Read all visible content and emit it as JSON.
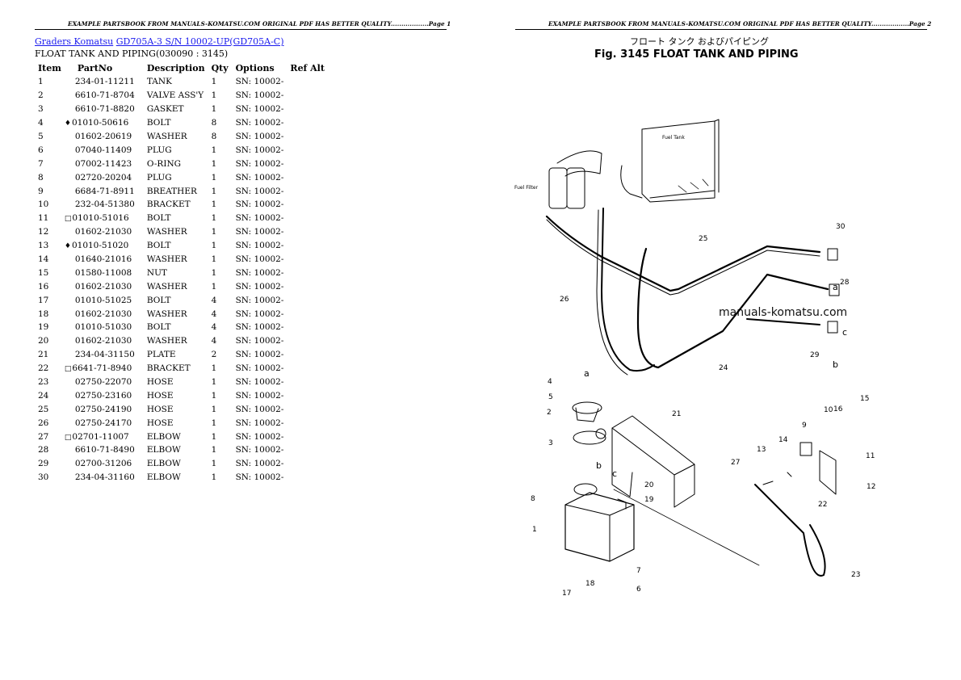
{
  "page1": {
    "banner": "EXAMPLE PARTSBOOK FROM MANUALS-KOMATSU.COM ORIGINAL PDF HAS BETTER QUALITY..................Page 1",
    "breadcrumb": {
      "link1": "Graders Komatsu",
      "link2": "GD705A-3 S/N 10002-UP(GD705A-C)"
    },
    "subtitle": "FLOAT TANK AND PIPING(030090 :  3145)",
    "columns": [
      "Item",
      "PartNo",
      "Description",
      "Qty",
      "Options",
      "Ref Alt"
    ],
    "rows": [
      {
        "item": "1",
        "mark": "",
        "part": "234-01-11211",
        "desc": "TANK",
        "qty": "1",
        "opt": "SN: 10002-"
      },
      {
        "item": "2",
        "mark": "",
        "part": "6610-71-8704",
        "desc": "VALVE ASS'Y",
        "qty": "1",
        "opt": "SN: 10002-"
      },
      {
        "item": "3",
        "mark": "",
        "part": "6610-71-8820",
        "desc": "GASKET",
        "qty": "1",
        "opt": "SN: 10002-"
      },
      {
        "item": "4",
        "mark": "♦",
        "part": "01010-50616",
        "desc": "BOLT",
        "qty": "8",
        "opt": "SN: 10002-"
      },
      {
        "item": "5",
        "mark": "",
        "part": "01602-20619",
        "desc": "WASHER",
        "qty": "8",
        "opt": "SN: 10002-"
      },
      {
        "item": "6",
        "mark": "",
        "part": "07040-11409",
        "desc": "PLUG",
        "qty": "1",
        "opt": "SN: 10002-"
      },
      {
        "item": "7",
        "mark": "",
        "part": "07002-11423",
        "desc": "O-RING",
        "qty": "1",
        "opt": "SN: 10002-"
      },
      {
        "item": "8",
        "mark": "",
        "part": "02720-20204",
        "desc": "PLUG",
        "qty": "1",
        "opt": "SN: 10002-"
      },
      {
        "item": "9",
        "mark": "",
        "part": "6684-71-8911",
        "desc": "BREATHER",
        "qty": "1",
        "opt": "SN: 10002-"
      },
      {
        "item": "10",
        "mark": "",
        "part": "232-04-51380",
        "desc": "BRACKET",
        "qty": "1",
        "opt": "SN: 10002-"
      },
      {
        "item": "11",
        "mark": "□",
        "part": "01010-51016",
        "desc": "BOLT",
        "qty": "1",
        "opt": "SN: 10002-"
      },
      {
        "item": "12",
        "mark": "",
        "part": "01602-21030",
        "desc": "WASHER",
        "qty": "1",
        "opt": "SN: 10002-"
      },
      {
        "item": "13",
        "mark": "♦",
        "part": "01010-51020",
        "desc": "BOLT",
        "qty": "1",
        "opt": "SN: 10002-"
      },
      {
        "item": "14",
        "mark": "",
        "part": "01640-21016",
        "desc": "WASHER",
        "qty": "1",
        "opt": "SN: 10002-"
      },
      {
        "item": "15",
        "mark": "",
        "part": "01580-11008",
        "desc": "NUT",
        "qty": "1",
        "opt": "SN: 10002-"
      },
      {
        "item": "16",
        "mark": "",
        "part": "01602-21030",
        "desc": "WASHER",
        "qty": "1",
        "opt": "SN: 10002-"
      },
      {
        "item": "17",
        "mark": "",
        "part": "01010-51025",
        "desc": "BOLT",
        "qty": "4",
        "opt": "SN: 10002-"
      },
      {
        "item": "18",
        "mark": "",
        "part": "01602-21030",
        "desc": "WASHER",
        "qty": "4",
        "opt": "SN: 10002-"
      },
      {
        "item": "19",
        "mark": "",
        "part": "01010-51030",
        "desc": "BOLT",
        "qty": "4",
        "opt": "SN: 10002-"
      },
      {
        "item": "20",
        "mark": "",
        "part": "01602-21030",
        "desc": "WASHER",
        "qty": "4",
        "opt": "SN: 10002-"
      },
      {
        "item": "21",
        "mark": "",
        "part": "234-04-31150",
        "desc": "PLATE",
        "qty": "2",
        "opt": "SN: 10002-"
      },
      {
        "item": "22",
        "mark": "□",
        "part": "6641-71-8940",
        "desc": "BRACKET",
        "qty": "1",
        "opt": "SN: 10002-"
      },
      {
        "item": "23",
        "mark": "",
        "part": "02750-22070",
        "desc": "HOSE",
        "qty": "1",
        "opt": "SN: 10002-"
      },
      {
        "item": "24",
        "mark": "",
        "part": "02750-23160",
        "desc": "HOSE",
        "qty": "1",
        "opt": "SN: 10002-"
      },
      {
        "item": "25",
        "mark": "",
        "part": "02750-24190",
        "desc": "HOSE",
        "qty": "1",
        "opt": "SN: 10002-"
      },
      {
        "item": "26",
        "mark": "",
        "part": "02750-24170",
        "desc": "HOSE",
        "qty": "1",
        "opt": "SN: 10002-"
      },
      {
        "item": "27",
        "mark": "□",
        "part": "02701-11007",
        "desc": "ELBOW",
        "qty": "1",
        "opt": "SN: 10002-"
      },
      {
        "item": "28",
        "mark": "",
        "part": "6610-71-8490",
        "desc": "ELBOW",
        "qty": "1",
        "opt": "SN: 10002-"
      },
      {
        "item": "29",
        "mark": "",
        "part": "02700-31206",
        "desc": "ELBOW",
        "qty": "1",
        "opt": "SN: 10002-"
      },
      {
        "item": "30",
        "mark": "",
        "part": "234-04-31160",
        "desc": "ELBOW",
        "qty": "1",
        "opt": "SN: 10002-"
      }
    ]
  },
  "page2": {
    "banner": "EXAMPLE PARTSBOOK FROM MANUALS-KOMATSU.COM ORIGINAL PDF HAS BETTER QUALITY..................Page 2",
    "figure": {
      "title_jp": "フロート タンク およびパイピング",
      "title": "Fig. 3145 FLOAT TANK AND PIPING",
      "watermark": "manuals-komatsu.com",
      "label_fuel_filter": "Fuel Filter",
      "label_fuel_tank": "Fuel Tank",
      "callouts": [
        "1",
        "2",
        "3",
        "4",
        "5",
        "6",
        "7",
        "8",
        "9",
        "10",
        "11",
        "12",
        "13",
        "14",
        "15",
        "16",
        "17",
        "18",
        "19",
        "20",
        "21",
        "22",
        "23",
        "24",
        "25",
        "26",
        "27",
        "28",
        "29",
        "30",
        "a",
        "b",
        "c"
      ]
    }
  }
}
